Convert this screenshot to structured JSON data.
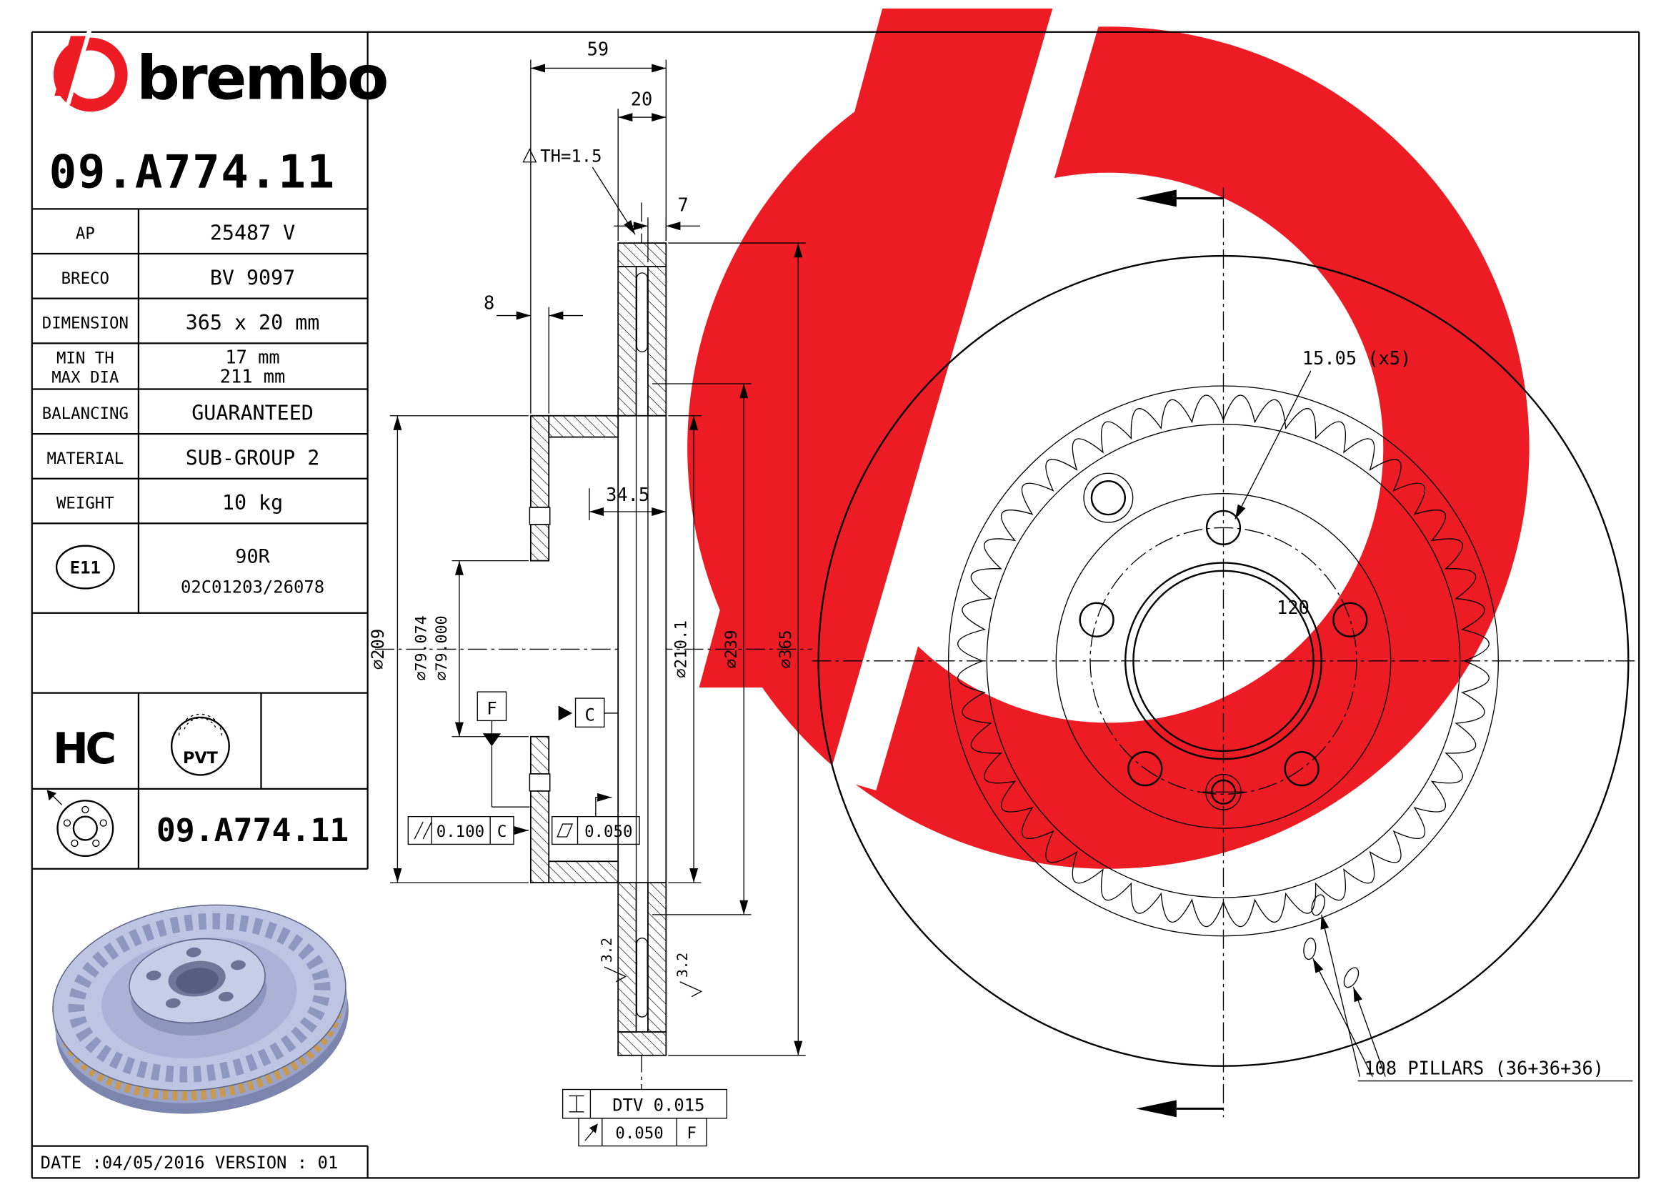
{
  "brand": {
    "wordmark": "brembo"
  },
  "header": {
    "part_number": "09.A774.11"
  },
  "table": {
    "ap_label": "AP",
    "ap_value": "25487 V",
    "breco_label": "BRECO",
    "breco_value": "BV 9097",
    "dimension_label": "DIMENSION",
    "dimension_value": "365 x 20 mm",
    "min_th_label": "MIN TH",
    "min_th_value": "17 mm",
    "max_dia_label": "MAX DIA",
    "max_dia_value": "211 mm",
    "balancing_label": "BALANCING",
    "balancing_value": "GUARANTEED",
    "material_label": "MATERIAL",
    "material_value": "SUB-GROUP 2",
    "weight_label": "WEIGHT",
    "weight_value": "10 kg",
    "homologation_badge": "E11",
    "homologation_line1": "90R",
    "homologation_line2": "02C01203/26078",
    "hc_label": "HC",
    "pvt_label": "PVT",
    "part_number_repeat": "09.A774.11"
  },
  "footer": {
    "date_line": "DATE :04/05/2016 VERSION : 01"
  },
  "section": {
    "dim_59": "59",
    "dim_20": "20",
    "dim_th": "TH=1.5",
    "dim_7": "7",
    "dim_8": "8",
    "dim_34_5": "34.5",
    "dia_209": "⌀209",
    "dia_79_hi": "⌀79.074",
    "dia_79_lo": "⌀79.000",
    "dia_210": "⌀210.1",
    "dia_239": "⌀239",
    "dia_365": "⌀365",
    "datum_f": "F",
    "datum_c": "C",
    "tol_parallel_value": "0.100",
    "tol_parallel_datum": "C",
    "tol_flat_value": "0.050",
    "dtv_label": "DTV 0.015",
    "runout_value": "0.050",
    "runout_datum": "F",
    "roughness": "3.2"
  },
  "front": {
    "bolt_holes": "15.05 (x5)",
    "bolt_circle": "120",
    "pillars": "108 PILLARS (36+36+36)"
  },
  "colors": {
    "brand_red": "#ed1c24",
    "steel_light": "#bdc5e2",
    "steel_mid": "#9aa4ca",
    "steel_dark": "#7b85ad",
    "steel_deep": "#565d7e",
    "vent_gold": "#c79a52"
  }
}
